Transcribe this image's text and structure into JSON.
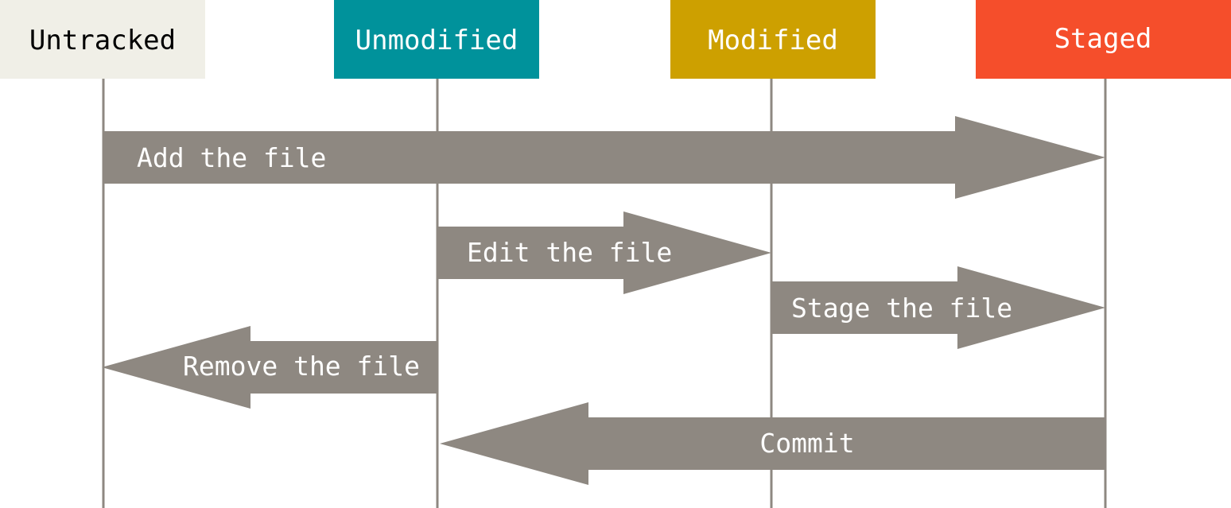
{
  "states": [
    {
      "id": "untracked",
      "label": "Untracked",
      "color": "#f0efe7",
      "text_color": "#000000"
    },
    {
      "id": "unmodified",
      "label": "Unmodified",
      "color": "#00929b",
      "text_color": "#ffffff"
    },
    {
      "id": "modified",
      "label": "Modified",
      "color": "#cda000",
      "text_color": "#ffffff"
    },
    {
      "id": "staged",
      "label": "Staged",
      "color": "#f54e2b",
      "text_color": "#ffffff"
    }
  ],
  "transitions": [
    {
      "id": "add",
      "label": "Add the file",
      "from": "untracked",
      "to": "staged"
    },
    {
      "id": "edit",
      "label": "Edit the file",
      "from": "unmodified",
      "to": "modified"
    },
    {
      "id": "stage",
      "label": "Stage the file",
      "from": "modified",
      "to": "staged"
    },
    {
      "id": "remove",
      "label": "Remove the file",
      "from": "unmodified",
      "to": "untracked"
    },
    {
      "id": "commit",
      "label": "Commit",
      "from": "staged",
      "to": "unmodified"
    }
  ],
  "colors": {
    "arrow": "#8e8881",
    "lifeline": "#8e8881",
    "background": "#ffffff"
  }
}
